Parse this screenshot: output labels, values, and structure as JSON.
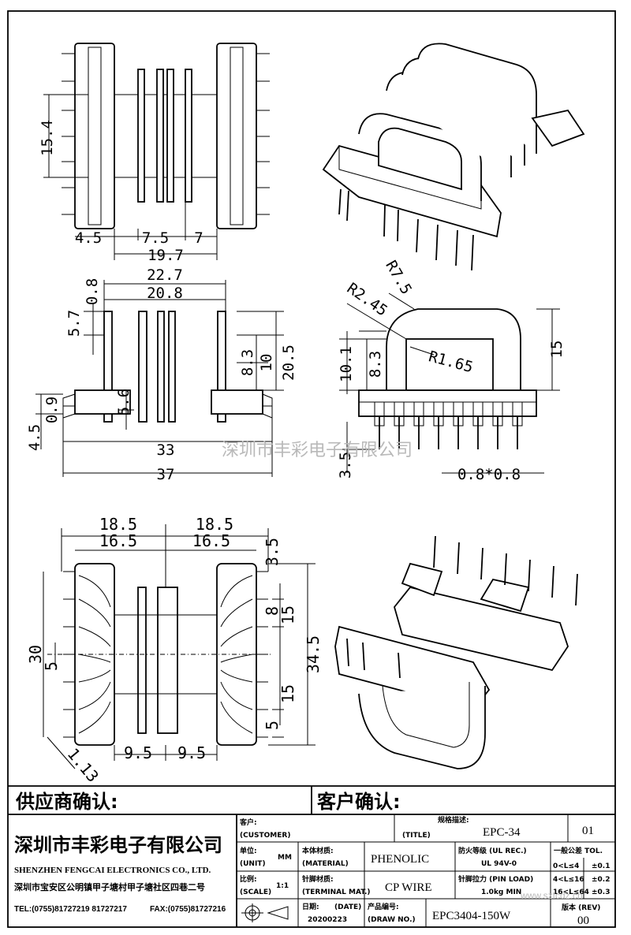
{
  "top_view": {
    "dims": [
      "15.4",
      "4.5",
      "7.5",
      "7",
      "19.7"
    ]
  },
  "front_view": {
    "dims": [
      "22.7",
      "20.8",
      "0.8",
      "5.7",
      "8.3",
      "10",
      "20.5",
      "5.6",
      "0.9",
      "4.5",
      "33",
      "37"
    ]
  },
  "side_view": {
    "dims": [
      "R7.5",
      "R2.45",
      "R1.65",
      "10.1",
      "8.3",
      "15",
      "3.5",
      "0.8*0.8"
    ]
  },
  "bottom_view": {
    "dims": [
      "18.5",
      "18.5",
      "16.5",
      "16.5",
      "3.5",
      "8",
      "15",
      "30",
      "5",
      "34.5",
      "15",
      "5",
      "9.5",
      "9.5",
      "1.13"
    ]
  },
  "watermark": "深圳市丰彩电子有限公司",
  "approval": {
    "supplier_confirm": "供应商确认:",
    "customer_confirm": "客户确认:"
  },
  "company": {
    "name_cn": "深圳市丰彩电子有限公司",
    "name_en": "SHENZHEN FENGCAI ELECTRONICS CO., LTD.",
    "address": "深圳市宝安区公明镇甲子塘村甲子塘社区四巷二号",
    "tel": "TEL:(0755)81727219  81727217",
    "fax": "FAX:(0755)81727216"
  },
  "title_block": {
    "customer_label_cn": "客户:",
    "customer_label_en": "(CUSTOMER)",
    "spec_label_cn": "规格描述:",
    "spec_label_en": "(TITLE)",
    "spec_value": "EPC-34",
    "sheet_no": "01",
    "unit_label_cn": "单位:",
    "unit_label_en": "(UNIT)",
    "unit_value": "MM",
    "material_label_cn": "本体材质:",
    "material_label_en": "(MATERIAL)",
    "material_value": "PHENOLIC",
    "flame_label": "防火等级 (UL REC.)",
    "flame_value": "UL 94V-0",
    "tol_label": "一般公差 TOL.",
    "tol_rows": [
      {
        "range": "0<L≤4",
        "tol": "±0.1"
      },
      {
        "range": "4<L≤16",
        "tol": "±0.2"
      },
      {
        "range": "16<L≤64",
        "tol": "±0.3"
      }
    ],
    "scale_label_cn": "比例:",
    "scale_label_en": "(SCALE)",
    "scale_value": "1:1",
    "terminal_label_cn": "针脚材质:",
    "terminal_label_en": "(TERMINAL MAT.)",
    "terminal_value": "CP WIRE",
    "pinload_label": "针脚拉力 (PIN LOAD)",
    "pinload_value": "1.0kg MIN",
    "date_label_cn": "日期:",
    "date_label_en": "(DATE)",
    "date_value": "20200223",
    "drawno_label_cn": "产品编号:",
    "drawno_label_en": "(DRAW NO.)",
    "drawno_value": "EPC3404-150W",
    "rev_label": "版本 (REV)",
    "rev_value": "00",
    "site_watermark": "www.szfcdz.cn"
  }
}
